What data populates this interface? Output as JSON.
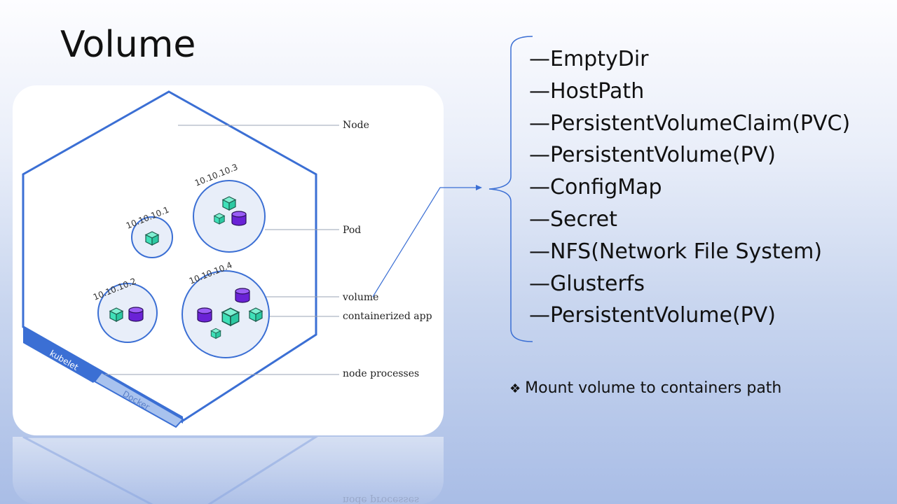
{
  "slide": {
    "title": "Volume"
  },
  "diagram": {
    "labels": {
      "node": "Node",
      "pod": "Pod",
      "volume": "volume",
      "containerized_app": "containerized app",
      "node_processes": "node processes"
    },
    "pods": [
      {
        "ip": "10.10.10.1"
      },
      {
        "ip": "10.10.10.2"
      },
      {
        "ip": "10.10.10.3"
      },
      {
        "ip": "10.10.10.4"
      }
    ],
    "processes": {
      "kubelet": "kubelet",
      "docker": "Docker"
    },
    "reflection_text": "node processes",
    "colors": {
      "node_border": "#3b6fd4",
      "pod_fill": "#e8eef9",
      "container": "#3fe0b8",
      "volume": "#7b2fe0"
    }
  },
  "volume_types": [
    "—EmptyDir",
    "—HostPath",
    "—PersistentVolumeClaim(PVC)",
    "—PersistentVolume(PV)",
    "—ConfigMap",
    "—Secret",
    "—NFS(Network File System)",
    "—Glusterfs",
    "—PersistentVolume(PV)"
  ],
  "note": {
    "bullet": "❖",
    "text": "Mount volume to containers path"
  }
}
